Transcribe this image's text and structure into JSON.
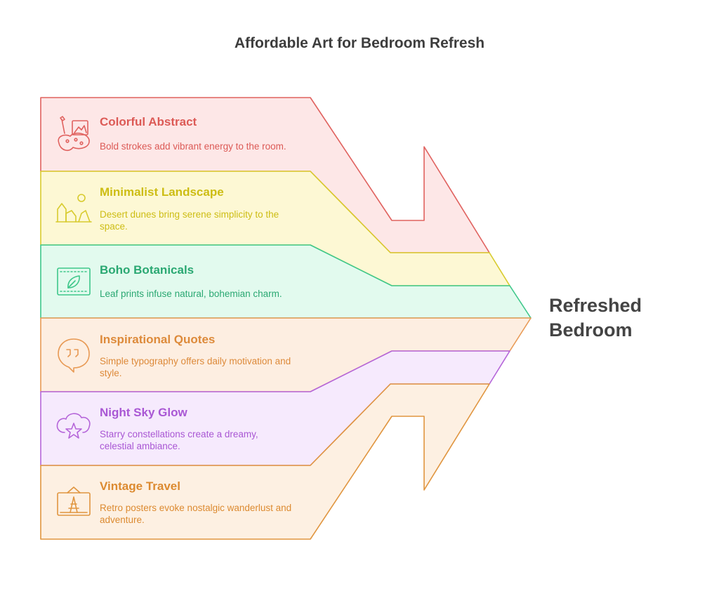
{
  "title": "Affordable Art for Bedroom Refresh",
  "result": "Refreshed Bedroom",
  "items": [
    {
      "title": "Colorful Abstract",
      "desc": "Bold strokes add vibrant energy to the room.",
      "icon": "paint-brush-palette-icon",
      "stroke": "#e0625f",
      "fill": "#fde7e7",
      "text_color": "#dc5a56"
    },
    {
      "title": "Minimalist Landscape",
      "desc": "Desert dunes bring serene simplicity to the space.",
      "icon": "landscape-sun-icon",
      "stroke": "#d8cb2e",
      "fill": "#fdf8d4",
      "text_color": "#cdbd14"
    },
    {
      "title": "Boho Botanicals",
      "desc": "Leaf prints infuse natural, bohemian charm.",
      "icon": "framed-leaf-icon",
      "stroke": "#3ec78a",
      "fill": "#e2faee",
      "text_color": "#2aa872"
    },
    {
      "title": "Inspirational Quotes",
      "desc": "Simple typography offers daily motivation and style.",
      "icon": "quote-bubble-icon",
      "stroke": "#e89a55",
      "fill": "#fdeee1",
      "text_color": "#dd8a3a"
    },
    {
      "title": "Night Sky Glow",
      "desc": "Starry constellations create a dreamy, celestial ambiance.",
      "icon": "cloud-star-icon",
      "stroke": "#b565d9",
      "fill": "#f6eafd",
      "text_color": "#a957d4"
    },
    {
      "title": "Vintage Travel",
      "desc": "Retro posters evoke nostalgic wanderlust and adventure.",
      "icon": "eiffel-poster-icon",
      "stroke": "#e0953f",
      "fill": "#fdf0e2",
      "text_color": "#dc8a30"
    }
  ]
}
